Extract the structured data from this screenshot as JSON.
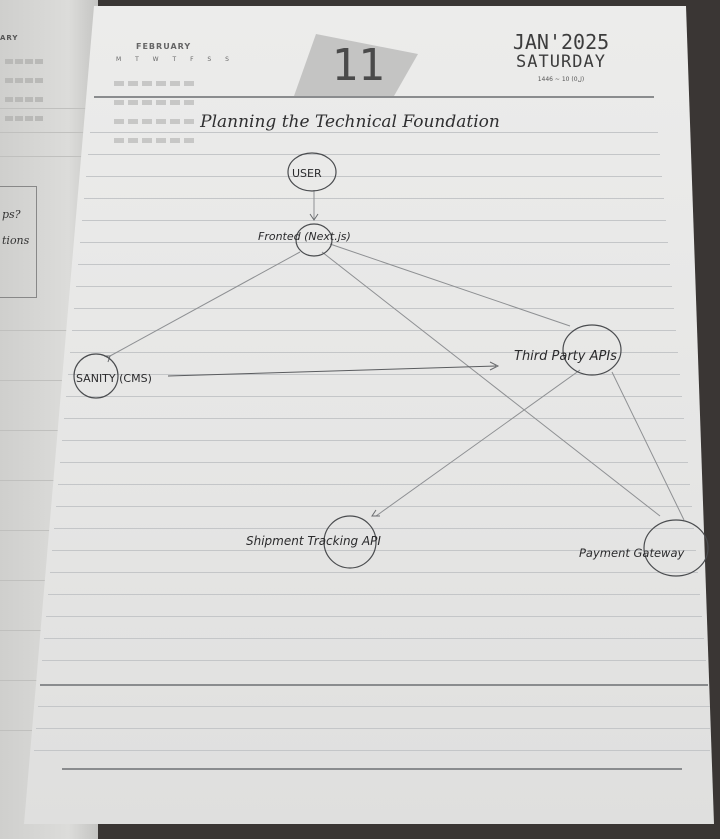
{
  "left_page": {
    "month_fragment": "ARY",
    "notes": [
      "ps?",
      "tions"
    ]
  },
  "calendar": {
    "mini_month": "FEBRUARY",
    "day_headers": "M T W T F S S",
    "day_number": "11",
    "month_year": "JAN'2025",
    "weekday": "SATURDAY",
    "hijri_date": "1446 ~ 10 (0ل)"
  },
  "diagram": {
    "title": "Planning the Technical Foundation",
    "nodes": {
      "user": "USER",
      "frontend": "Fronted (Next.js)",
      "sanity": "SANITY (CMS)",
      "third_party": "Third Party APIs",
      "shipment": "Shipment Tracking API",
      "payment": "Payment Gateway"
    },
    "edges": [
      {
        "from": "user",
        "to": "frontend"
      },
      {
        "from": "frontend",
        "to": "sanity"
      },
      {
        "from": "frontend",
        "to": "third_party"
      },
      {
        "from": "frontend",
        "to": "payment"
      },
      {
        "from": "sanity",
        "to": "third_party"
      },
      {
        "from": "third_party",
        "to": "shipment"
      },
      {
        "from": "third_party",
        "to": "payment"
      }
    ]
  }
}
